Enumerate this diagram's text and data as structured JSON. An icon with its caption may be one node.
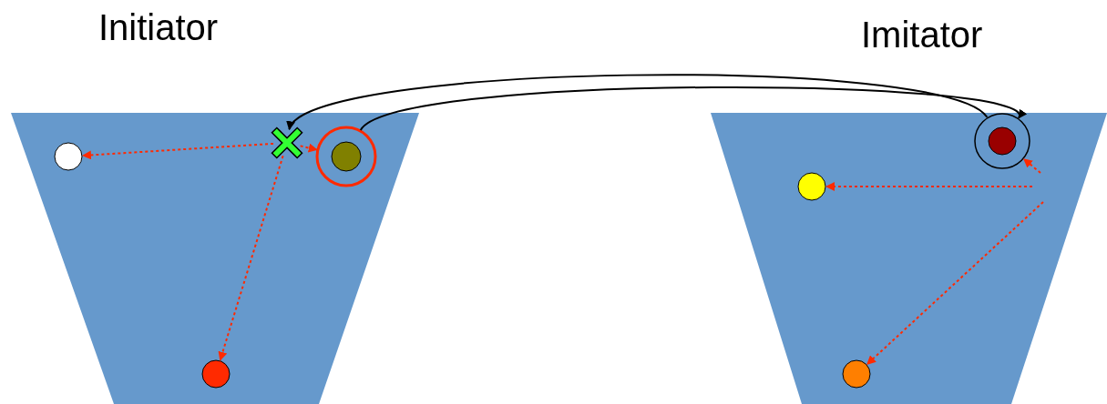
{
  "diagram": {
    "nodes": [
      {
        "text": [
          "Initiator"
        ]
      },
      {
        "text": [],
        "shape": "circle",
        "in": 0
      },
      {
        "text": [],
        "shape": "cross",
        "in": 0
      },
      {
        "text": [],
        "shape": "circle",
        "in": 0
      },
      {
        "text": [],
        "shape": "circle",
        "in": 0
      },
      {
        "text": [
          "Imitator"
        ]
      },
      {
        "text": [],
        "shape": "circle",
        "in": 5
      },
      {
        "text": [],
        "shape": "circle",
        "in": 5
      },
      {
        "text": [],
        "shape": "circle",
        "in": 5
      }
    ],
    "edges": [
      {
        "from": 2,
        "to": 1,
        "arrow": "to",
        "style": "dashed",
        "color": "#ff2a00"
      },
      {
        "from": 2,
        "to": 3,
        "arrow": "to",
        "style": "dashed",
        "color": "#ff2a00"
      },
      {
        "from": 2,
        "to": 4,
        "arrow": "to",
        "style": "dashed",
        "color": "#ff2a00"
      },
      {
        "from": 3,
        "to": 6,
        "arrow": "to",
        "color": "#000000"
      },
      {
        "from": 6,
        "to": 2,
        "arrow": "to",
        "color": "#000000"
      },
      {
        "from": null,
        "to": 7,
        "arrow": "to",
        "style": "dashed",
        "color": "#ff2a00"
      },
      {
        "from": null,
        "to": 6,
        "arrow": "to",
        "style": "dashed",
        "color": "#ff2a00"
      },
      {
        "from": null,
        "to": 8,
        "arrow": "to",
        "style": "dashed",
        "color": "#ff2a00"
      }
    ]
  }
}
